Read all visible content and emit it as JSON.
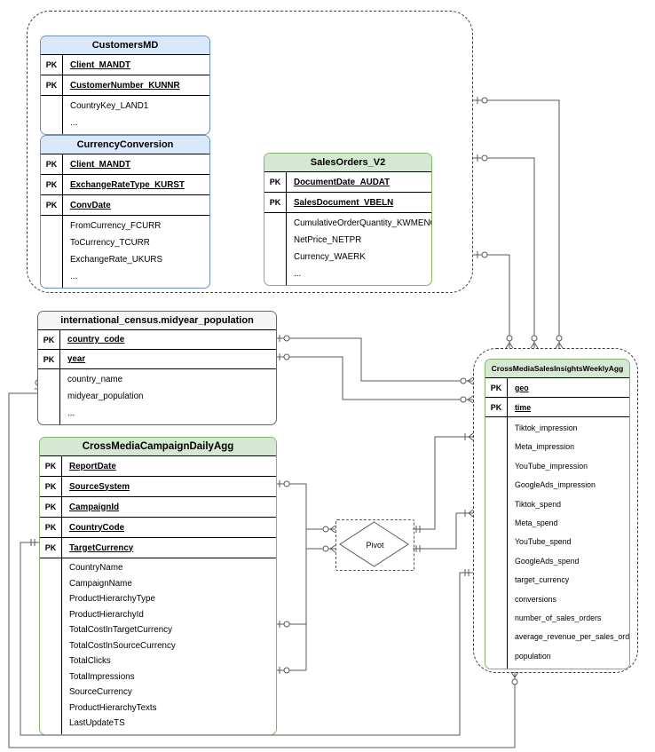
{
  "pk_label": "PK",
  "colors": {
    "blue_header": "#dae8fc",
    "blue_border": "#6c8ebf",
    "green_header": "#d5e8d4",
    "green_border": "#82b366",
    "gray_header": "#f5f5f5",
    "gray_border": "#666666",
    "connector_line": "#595959"
  },
  "pivot": {
    "label": "Pivot"
  },
  "tables": {
    "customersMD": {
      "title": "CustomersMD",
      "pk": [
        "Client_MANDT",
        "CustomerNumber_KUNNR"
      ],
      "fields": [
        "CountryKey_LAND1",
        "..."
      ]
    },
    "currencyConversion": {
      "title": "CurrencyConversion",
      "pk": [
        "Client_MANDT",
        "ExchangeRateType_KURST",
        "ConvDate"
      ],
      "fields": [
        "FromCurrency_FCURR",
        "ToCurrency_TCURR",
        "ExchangeRate_UKURS",
        "..."
      ]
    },
    "salesOrdersV2": {
      "title": "SalesOrders_V2",
      "pk": [
        "DocumentDate_AUDAT",
        "SalesDocument_VBELN"
      ],
      "fields": [
        "CumulativeOrderQuantity_KWMENG",
        "NetPrice_NETPR",
        "Currency_WAERK",
        "..."
      ]
    },
    "census": {
      "title": "international_census.midyear_population",
      "pk": [
        "country_code",
        "year"
      ],
      "fields": [
        "country_name",
        "midyear_population",
        "..."
      ]
    },
    "dailyAgg": {
      "title": "CrossMediaCampaignDailyAgg",
      "pk": [
        "ReportDate",
        "SourceSystem",
        "CampaignId",
        "CountryCode",
        "TargetCurrency"
      ],
      "fields": [
        "CountryName",
        "CampaignName",
        "ProductHierarchyType",
        "ProductHierarchyId",
        "TotalCostInTargetCurrency",
        "TotalCostInSourceCurrency",
        "TotalClicks",
        "TotalImpressions",
        "SourceCurrency",
        "ProductHierarchyTexts",
        "LastUpdateTS"
      ]
    },
    "weeklyAgg": {
      "title": "CrossMediaSalesInsightsWeeklyAgg",
      "pk": [
        "geo",
        "time"
      ],
      "fields": [
        "Tiktok_impression",
        "Meta_impression",
        "YouTube_impression",
        "GoogleAds_impression",
        "Tiktok_spend",
        "Meta_spend",
        "YouTube_spend",
        "GoogleAds_spend",
        "target_currency",
        "conversions",
        "number_of_sales_orders",
        "average_revenue_per_sales_order",
        "population"
      ]
    }
  }
}
